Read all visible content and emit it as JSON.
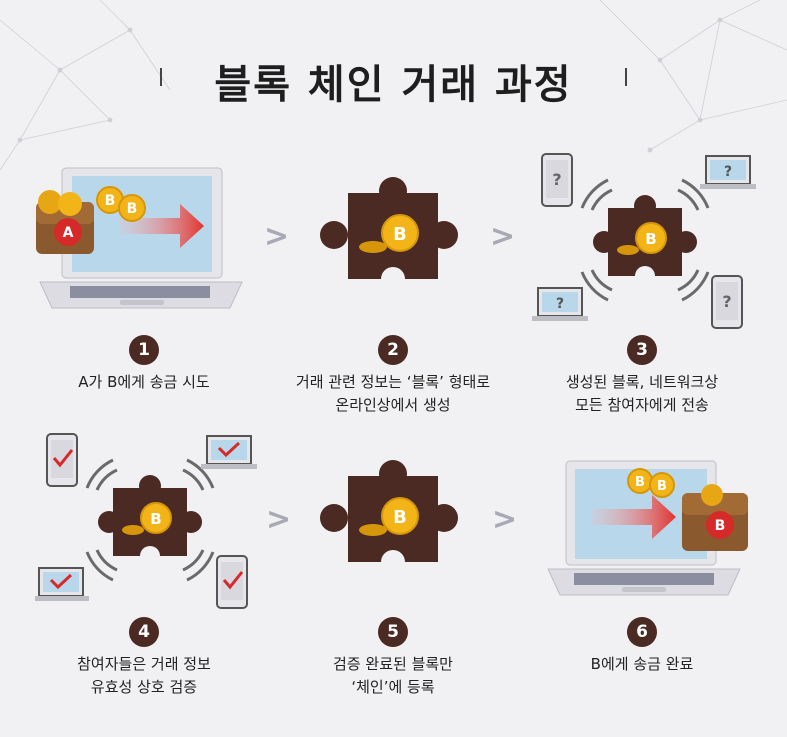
{
  "title": "블록 체인 거래 과정",
  "steps": [
    {
      "num": "1",
      "caption": "A가 B에게 송금 시도"
    },
    {
      "num": "2",
      "caption": "거래 관련 정보는 ‘블록’ 형태로\n온라인상에서 생성"
    },
    {
      "num": "3",
      "caption": "생성된 블록, 네트워크상\n모든 참여자에게 전송"
    },
    {
      "num": "4",
      "caption": "참여자들은 거래 정보\n유효성 상호 검증"
    },
    {
      "num": "5",
      "caption": "검증 완료된 블록만\n‘체인’에 등록"
    },
    {
      "num": "6",
      "caption": "B에게 송금 완료"
    }
  ],
  "labels": {
    "sender": "A",
    "receiver": "B",
    "coin": "B",
    "question": "?",
    "arrow": ">"
  },
  "colors": {
    "badge": "#4a2a22",
    "puzzle": "#4a2a22",
    "coin": "#f2b417",
    "sender_badge": "#d62a2a",
    "check": "#d62a2a",
    "arrow": "#a9a9b5"
  }
}
